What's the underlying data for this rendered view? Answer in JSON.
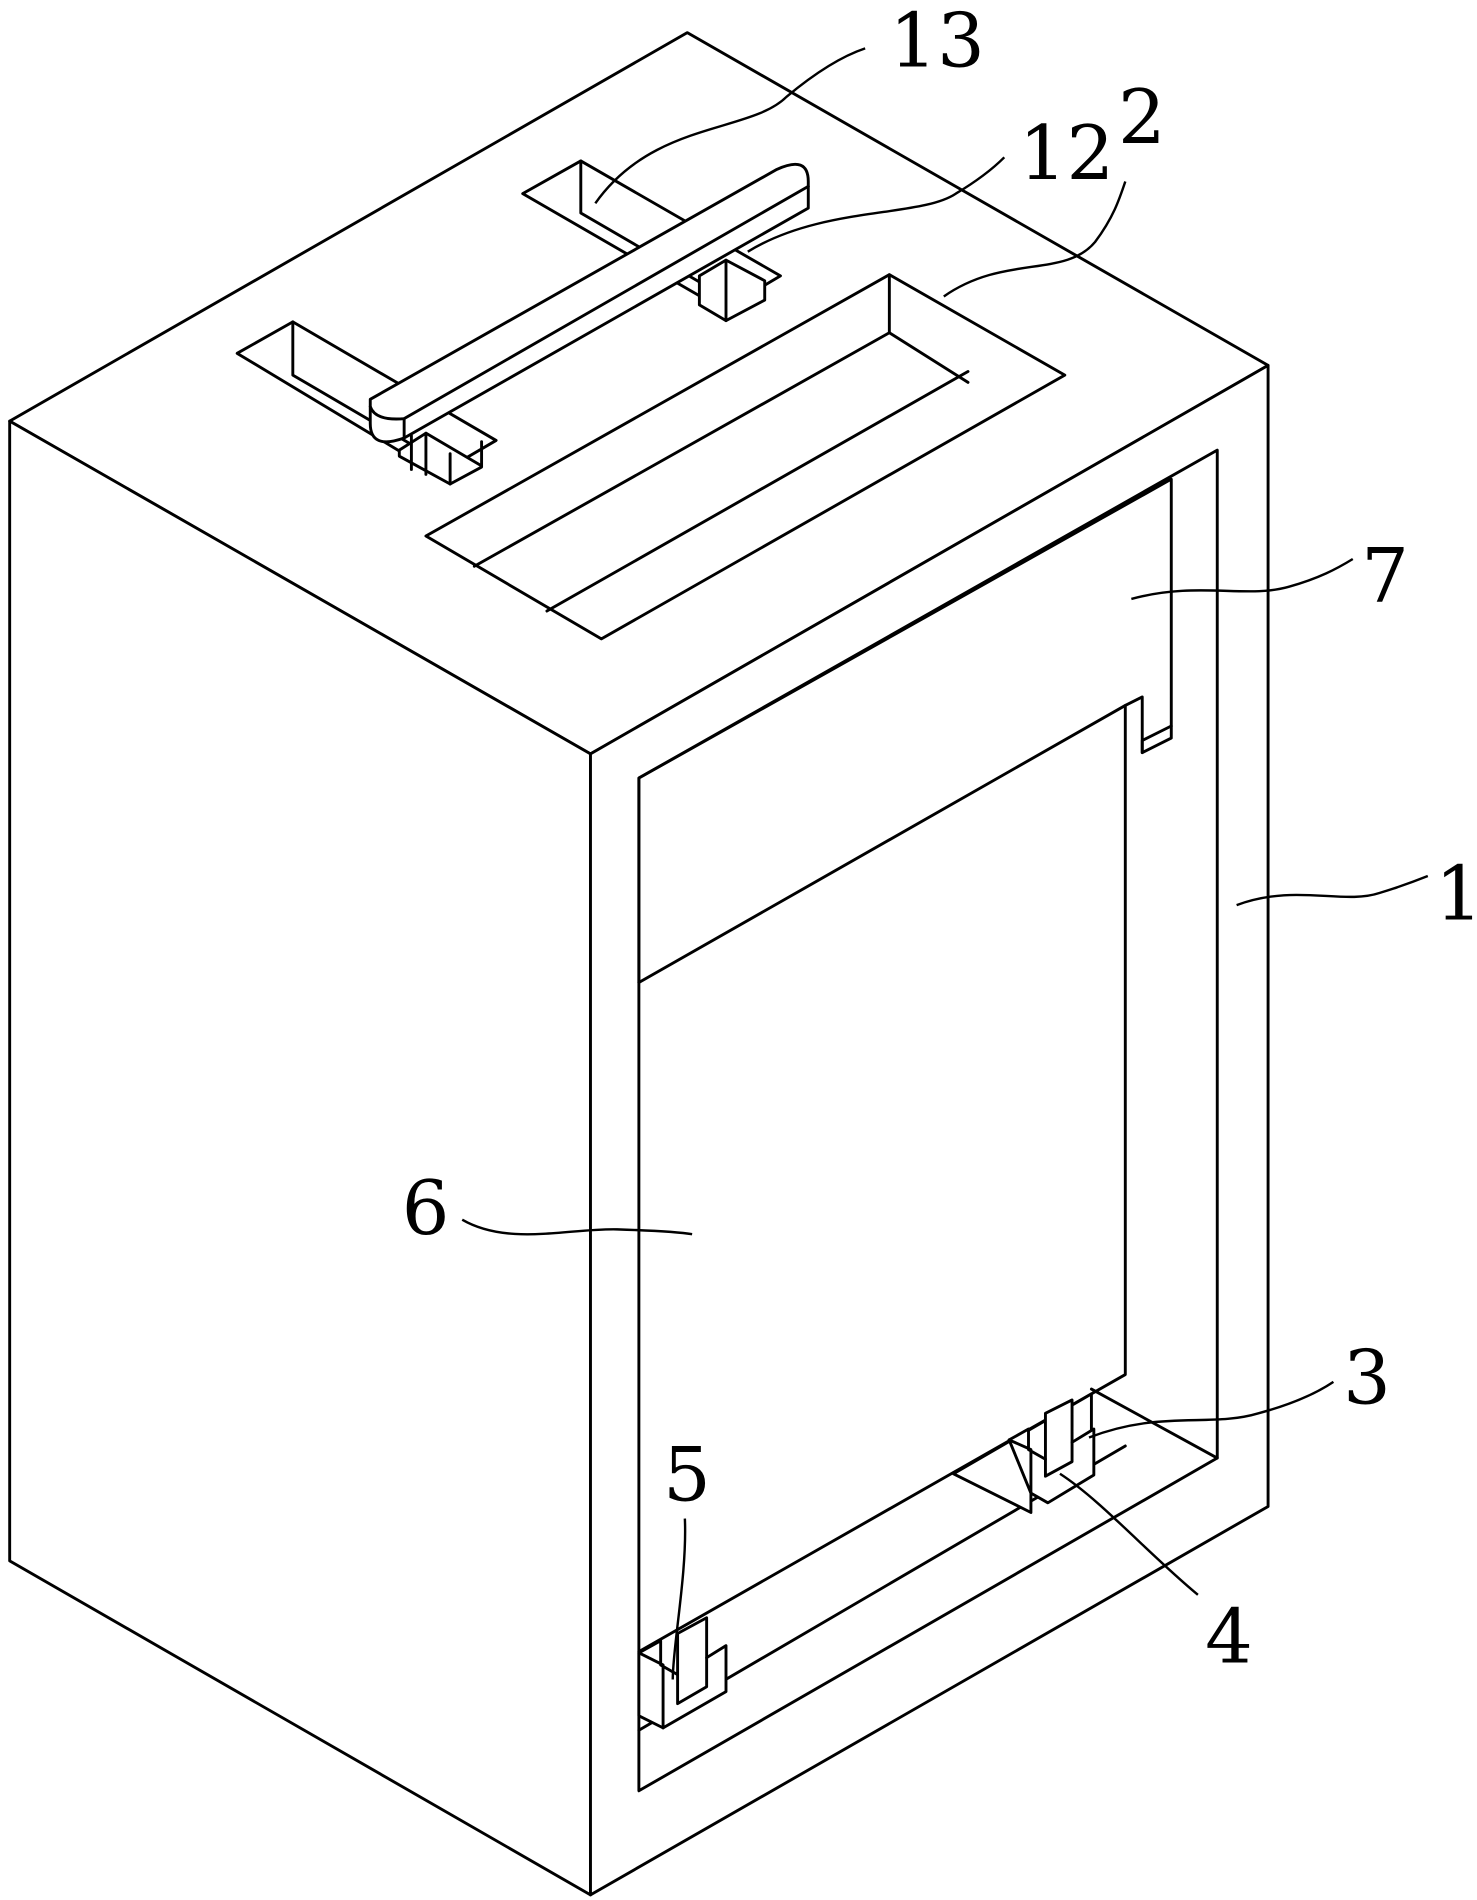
{
  "labels": {
    "l1": "1",
    "l2": "2",
    "l3": "3",
    "l4": "4",
    "l5": "5",
    "l6": "6",
    "l7": "7",
    "l12": "12",
    "l13": "13"
  },
  "colors": {
    "line": "#000000",
    "background": "#ffffff"
  }
}
